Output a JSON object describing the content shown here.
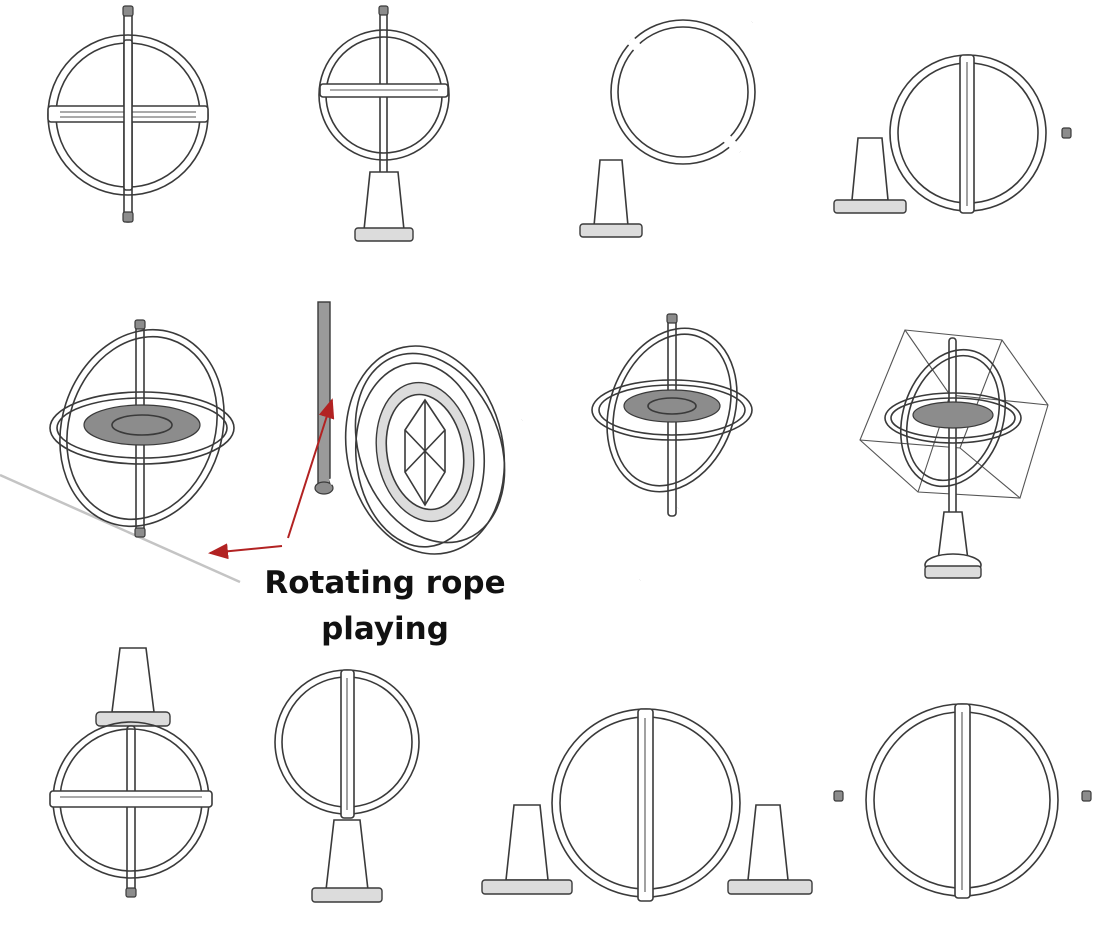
{
  "annotation": {
    "label_line1": "Rotating rope",
    "label_line2": "playing",
    "arrow_color": "#b22222"
  },
  "figures": [
    {
      "id": "r1-c1",
      "pose": "upright, no stand"
    },
    {
      "id": "r1-c2",
      "pose": "upright on pedestal"
    },
    {
      "id": "r1-c3",
      "pose": "tilted on pedestal"
    },
    {
      "id": "r1-c4",
      "pose": "horizontal on side stand"
    },
    {
      "id": "r2-c1",
      "pose": "balancing on string"
    },
    {
      "id": "r2-c2",
      "pose": "spinning on vertical rod"
    },
    {
      "id": "r2-c3",
      "pose": "balancing on stick"
    },
    {
      "id": "r2-c4",
      "pose": "inside cube on pedestal"
    },
    {
      "id": "r3-c1",
      "pose": "inverted under pedestal"
    },
    {
      "id": "r3-c2",
      "pose": "sideways on pedestal"
    },
    {
      "id": "r3-c3",
      "pose": "horizontal between two stands"
    },
    {
      "id": "r3-c4",
      "pose": "horizontal, no stand"
    }
  ]
}
